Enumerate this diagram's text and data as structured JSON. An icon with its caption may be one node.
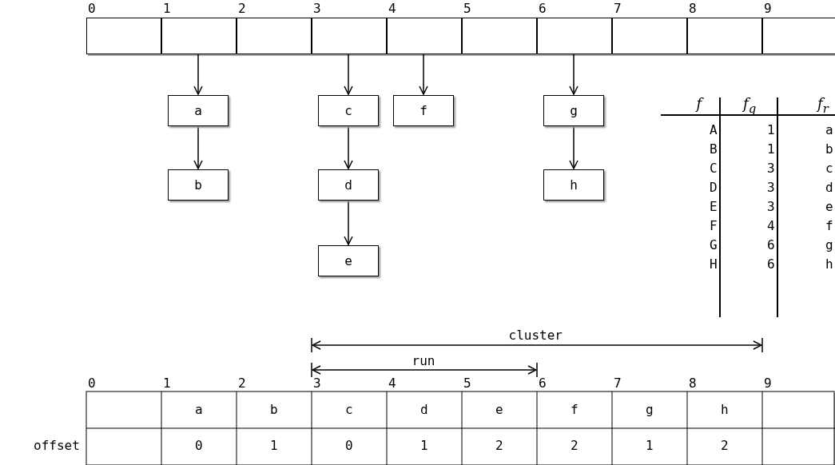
{
  "diagram": {
    "nodes": [
      {
        "text": [],
        "shape": "box"
      },
      {
        "text": [],
        "shape": "box"
      },
      {
        "text": [],
        "shape": "box"
      },
      {
        "text": [],
        "shape": "box"
      },
      {
        "text": [],
        "shape": "box"
      },
      {
        "text": [],
        "shape": "box"
      },
      {
        "text": [],
        "shape": "box"
      },
      {
        "text": [],
        "shape": "box"
      },
      {
        "text": [],
        "shape": "box"
      },
      {
        "text": [],
        "shape": "box"
      },
      {
        "text": [
          "a"
        ]
      },
      {
        "text": [
          "c"
        ]
      },
      {
        "text": [
          "f"
        ]
      },
      {
        "text": [
          "g"
        ]
      },
      {
        "text": [
          "b"
        ]
      },
      {
        "text": [
          "d"
        ]
      },
      {
        "text": [
          "h"
        ]
      },
      {
        "text": [
          "e"
        ]
      }
    ],
    "edges": [
      {
        "from": 1,
        "to": 10,
        "arrow": "to"
      },
      {
        "from": 10,
        "to": 14,
        "arrow": "to"
      },
      {
        "from": 3,
        "to": 11,
        "arrow": "to"
      },
      {
        "from": 11,
        "to": 15,
        "arrow": "to"
      },
      {
        "from": 15,
        "to": 17,
        "arrow": "to"
      },
      {
        "from": 4,
        "to": 12,
        "arrow": "to"
      },
      {
        "from": 6,
        "to": 13,
        "arrow": "to"
      },
      {
        "from": 13,
        "to": 16,
        "arrow": "to"
      }
    ],
    "labels": [
      "0",
      "1",
      "2",
      "3",
      "4",
      "5",
      "6",
      "7",
      "8",
      "9",
      "f",
      "f$_{q}$",
      "f$_{r}$",
      "A",
      "1",
      "a",
      "B",
      "1",
      "b",
      "C",
      "3",
      "c",
      "D",
      "3",
      "d",
      "E",
      "3",
      "e",
      "F",
      "4",
      "f",
      "G",
      "6",
      "g",
      "H",
      "6",
      "h",
      "cluster",
      "run",
      "0",
      "1",
      "2",
      "3",
      "4",
      "5",
      "6",
      "7",
      "8",
      "9",
      "a",
      "b",
      "c",
      "d",
      "e",
      "f",
      "g",
      "h",
      "offset",
      "0",
      "1",
      "0",
      "1",
      "2",
      "2",
      "1",
      "2"
    ]
  }
}
